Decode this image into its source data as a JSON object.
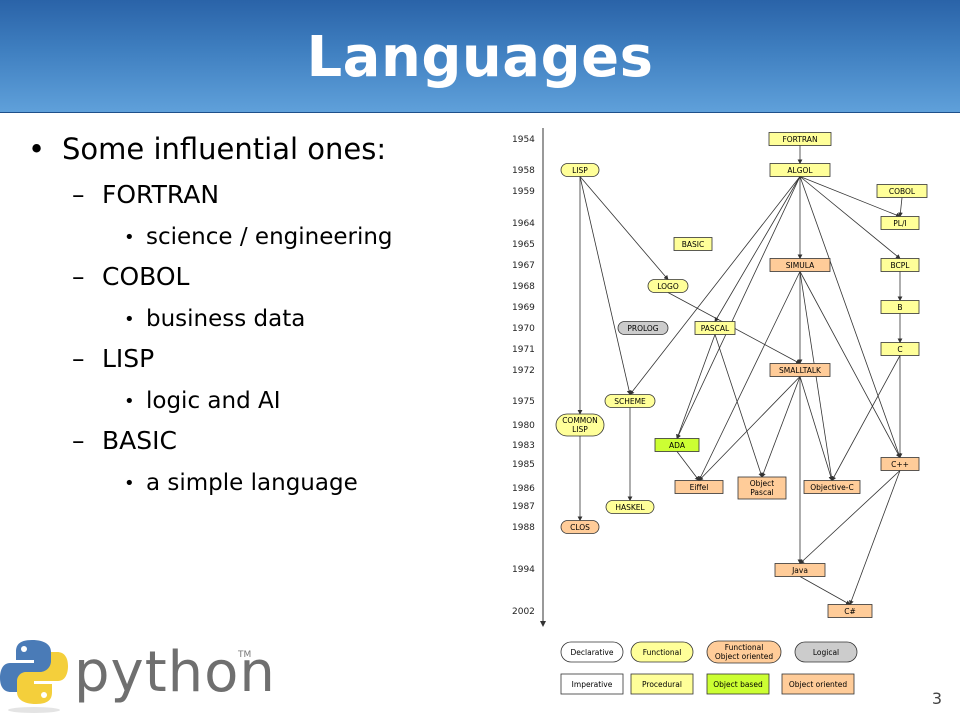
{
  "slide": {
    "title": "Languages",
    "page_number": "3"
  },
  "bullets": {
    "intro": "Some influential ones:",
    "items": [
      {
        "label": "FORTRAN",
        "detail": "science / engineering"
      },
      {
        "label": "COBOL",
        "detail": "business data"
      },
      {
        "label": "LISP",
        "detail": "logic and AI"
      },
      {
        "label": "BASIC",
        "detail": "a simple language"
      }
    ],
    "bullet_mark": "•",
    "dash_mark": "–"
  },
  "logo": {
    "word": "python",
    "tm": "TM"
  },
  "diagram": {
    "years": [
      "1954",
      "1958",
      "1959",
      "1964",
      "1965",
      "1967",
      "1968",
      "1969",
      "1970",
      "1971",
      "1972",
      "1975",
      "1980",
      "1983",
      "1985",
      "1986",
      "1987",
      "1988",
      "1994",
      "2002"
    ],
    "nodes": [
      {
        "id": "fortran",
        "label": "FORTRAN",
        "kind": "Functional-rect",
        "color": "#ffff99"
      },
      {
        "id": "algol",
        "label": "ALGOL",
        "kind": "Procedural",
        "color": "#ffff99"
      },
      {
        "id": "lisp",
        "label": "LISP",
        "kind": "Functional",
        "color": "#ffff99"
      },
      {
        "id": "cobol",
        "label": "COBOL",
        "kind": "Procedural",
        "color": "#ffff99"
      },
      {
        "id": "pli",
        "label": "PL/I",
        "kind": "Procedural",
        "color": "#ffff99"
      },
      {
        "id": "basic",
        "label": "BASIC",
        "kind": "Procedural",
        "color": "#ffff99"
      },
      {
        "id": "simula",
        "label": "SIMULA",
        "kind": "Object oriented",
        "color": "#ffcc99"
      },
      {
        "id": "bcpl",
        "label": "BCPL",
        "kind": "Procedural",
        "color": "#ffff99"
      },
      {
        "id": "logo",
        "label": "LOGO",
        "kind": "Functional",
        "color": "#ffff99"
      },
      {
        "id": "b",
        "label": "B",
        "kind": "Procedural",
        "color": "#ffff99"
      },
      {
        "id": "prolog",
        "label": "PROLOG",
        "kind": "Logical",
        "color": "#cccccc"
      },
      {
        "id": "pascal",
        "label": "PASCAL",
        "kind": "Procedural",
        "color": "#ffff99"
      },
      {
        "id": "c",
        "label": "C",
        "kind": "Procedural",
        "color": "#ffff99"
      },
      {
        "id": "smalltalk",
        "label": "SMALLTALK",
        "kind": "Object oriented",
        "color": "#ffcc99"
      },
      {
        "id": "scheme",
        "label": "SCHEME",
        "kind": "Functional",
        "color": "#ffff99"
      },
      {
        "id": "commonlisp",
        "label": "COMMON LISP",
        "line1": "COMMON",
        "line2": "LISP",
        "kind": "Functional",
        "color": "#ffff99"
      },
      {
        "id": "ada",
        "label": "ADA",
        "kind": "Object based",
        "color": "#ccff33"
      },
      {
        "id": "cpp",
        "label": "C++",
        "kind": "Object oriented",
        "color": "#ffcc99"
      },
      {
        "id": "eiffel",
        "label": "Eiffel",
        "kind": "Object oriented",
        "color": "#ffcc99"
      },
      {
        "id": "objpascal",
        "label": "Object Pascal",
        "line1": "Object",
        "line2": "Pascal",
        "kind": "Object oriented",
        "color": "#ffcc99"
      },
      {
        "id": "objc",
        "label": "Objective-C",
        "kind": "Object oriented",
        "color": "#ffcc99"
      },
      {
        "id": "haskel",
        "label": "HASKEL",
        "kind": "Functional",
        "color": "#ffff99"
      },
      {
        "id": "clos",
        "label": "CLOS",
        "kind": "Functional Object oriented",
        "color": "#ffcc99"
      },
      {
        "id": "java",
        "label": "Java",
        "kind": "Object oriented",
        "color": "#ffcc99"
      },
      {
        "id": "csharp",
        "label": "C#",
        "kind": "Object oriented",
        "color": "#ffcc99"
      }
    ],
    "legend": [
      {
        "label": "Declarative",
        "color": "#ffffff",
        "shape": "oval"
      },
      {
        "label": "Functional",
        "color": "#ffff99",
        "shape": "oval"
      },
      {
        "label1": "Functional",
        "label2": "Object oriented",
        "color": "#ffcc99",
        "shape": "oval"
      },
      {
        "label": "Logical",
        "color": "#cccccc",
        "shape": "oval"
      },
      {
        "label": "Imperative",
        "color": "#ffffff",
        "shape": "rect"
      },
      {
        "label": "Procedural",
        "color": "#ffff99",
        "shape": "rect"
      },
      {
        "label": "Object based",
        "color": "#ccff33",
        "shape": "rect"
      },
      {
        "label": "Object oriented",
        "color": "#ffcc99",
        "shape": "rect"
      }
    ]
  }
}
